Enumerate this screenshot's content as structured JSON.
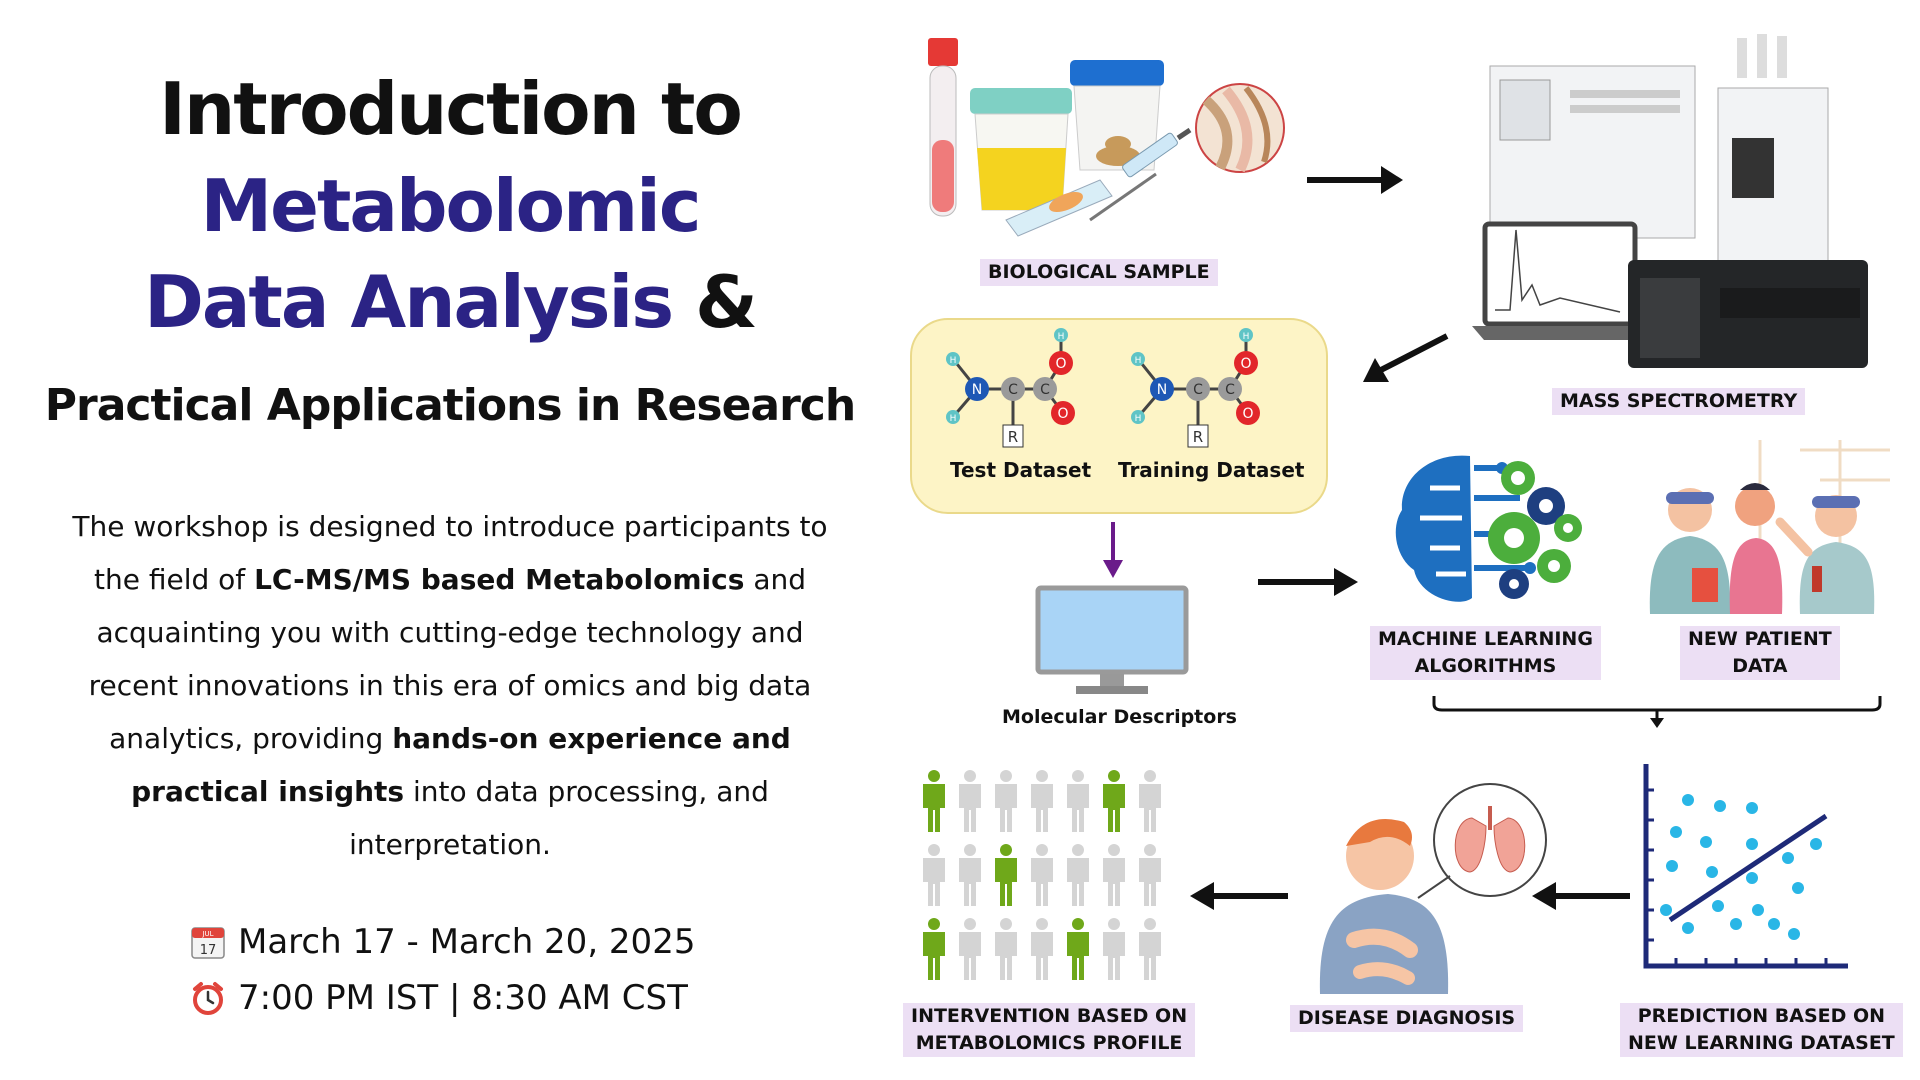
{
  "title": {
    "line1": "Introduction to",
    "line2": "Metabolomic",
    "line3_main": "Data Analysis",
    "line3_amp": "&"
  },
  "subtitle": "Practical Applications in Research",
  "description": {
    "p1": "The workshop is designed to introduce participants to the field of ",
    "b1": "LC-MS/MS based Metabolomics",
    "p2": " and acquainting you with cutting-edge technology and recent innovations in this era of omics and big data analytics, providing ",
    "b2": "hands-on experience and practical insights",
    "p3": " into data processing, and interpretation."
  },
  "schedule": {
    "dates": "March 17 - March 20, 2025",
    "time": "7:00 PM IST | 8:30 AM CST",
    "calendar_icon_text": "JUL",
    "calendar_icon_day": "17"
  },
  "workflow": {
    "biological_sample": "BIOLOGICAL SAMPLE",
    "mass_spectrometry": "MASS SPECTROMETRY",
    "test_dataset": "Test Dataset",
    "training_dataset": "Training Dataset",
    "molecular_descriptors": "Molecular Descriptors",
    "ml_algorithms_1": "MACHINE LEARNING",
    "ml_algorithms_2": "ALGORITHMS",
    "new_patient_1": "NEW PATIENT",
    "new_patient_2": "DATA",
    "prediction_1": "PREDICTION BASED ON",
    "prediction_2": "NEW LEARNING DATASET",
    "diagnosis": "DISEASE DIAGNOSIS",
    "intervention_1": "INTERVENTION BASED ON",
    "intervention_2": "METABOLOMICS PROFILE",
    "molecule_labels": {
      "n": "N",
      "c": "C",
      "o": "O",
      "h": "H",
      "r": "R"
    }
  },
  "colors": {
    "navy": "#2b2385",
    "label_bg": "#ecdff4",
    "dataset_bg": "#fdf4c6",
    "arrow_purple": "#6a1b8a",
    "green_person": "#6fa81a",
    "grey_person": "#d4d4d4",
    "scatter_dot": "#29b6e6",
    "axis_navy": "#1e2a78"
  },
  "icons": [
    "calendar-icon",
    "alarm-clock-icon",
    "blood-tube-icon",
    "urine-cup-icon",
    "stool-cup-icon",
    "tissue-slide-icon",
    "syringe-icon",
    "mass-spectrometer-icon",
    "laptop-spectrum-icon",
    "molecule-icon",
    "monitor-icon",
    "brain-gears-icon",
    "doctor-patient-icon",
    "scatter-plot-icon",
    "sick-person-icon",
    "people-grid-icon"
  ]
}
